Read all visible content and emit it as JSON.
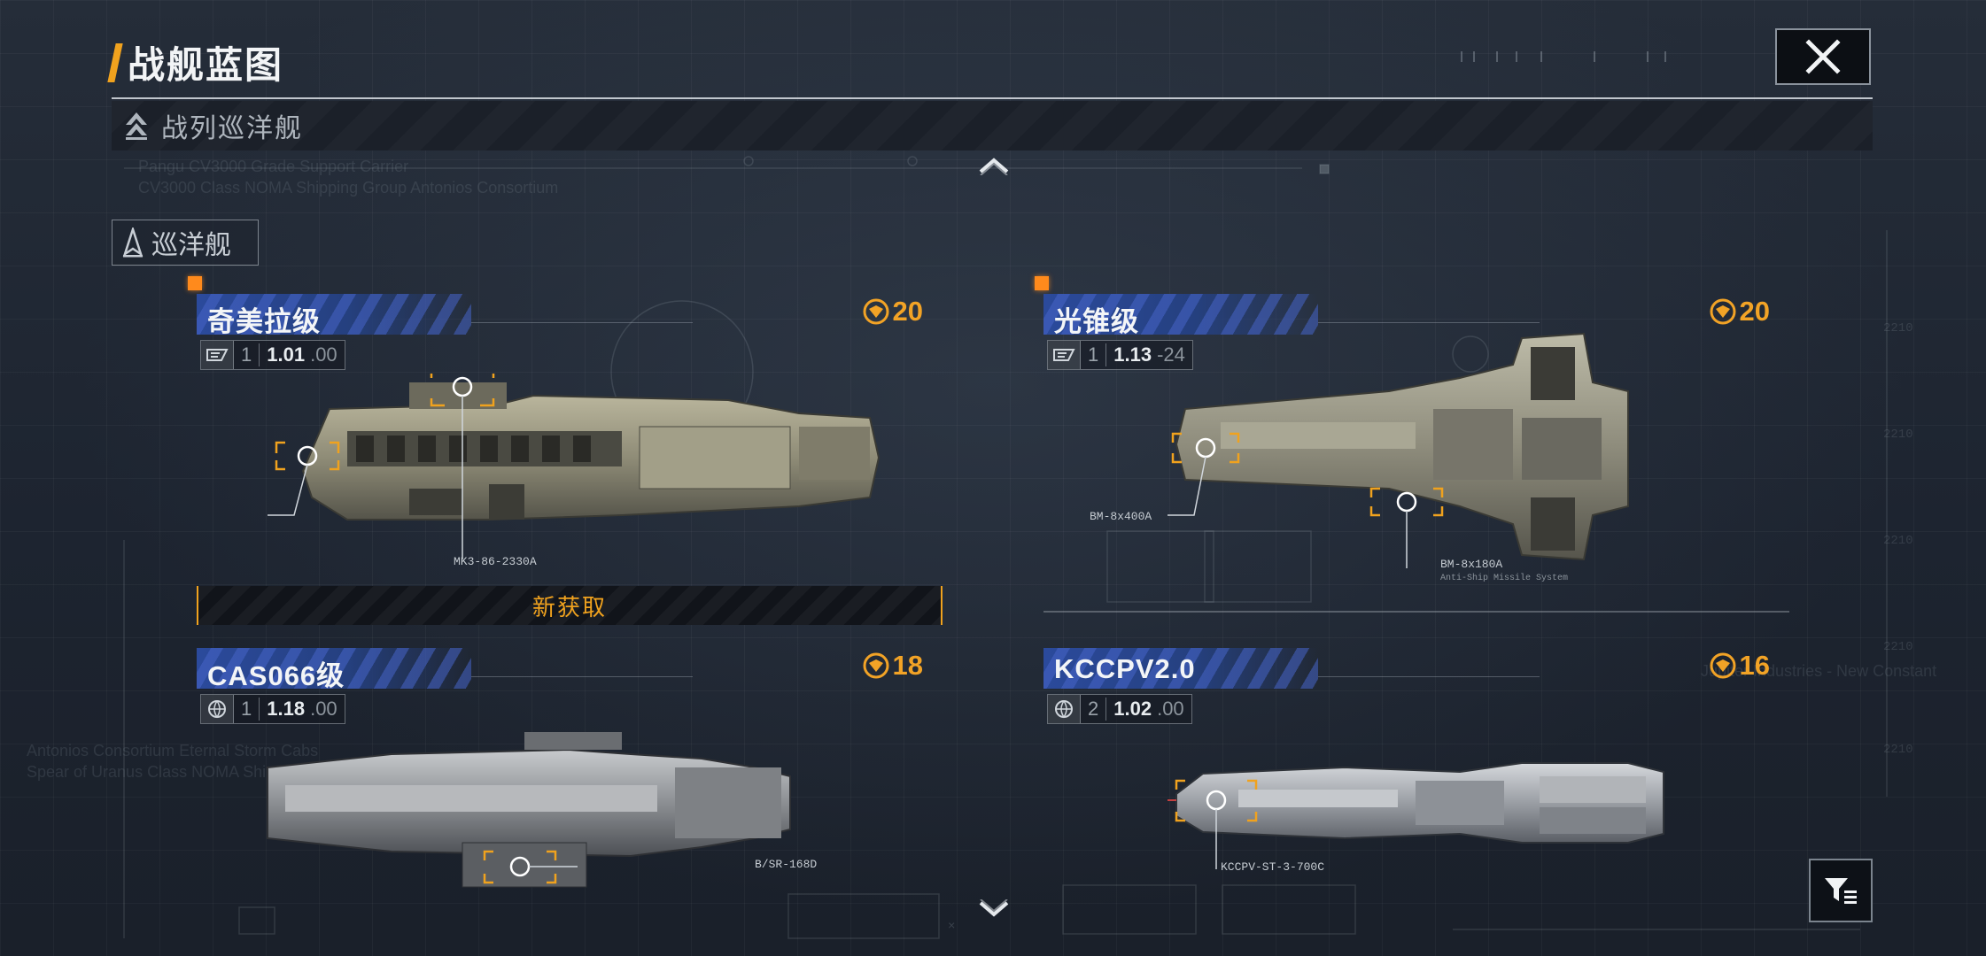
{
  "header": {
    "title": "战舰蓝图"
  },
  "category": {
    "label": "战列巡洋舰"
  },
  "subcategory": {
    "label": "巡洋舰"
  },
  "banner": {
    "new_label": "新获取"
  },
  "ships": [
    {
      "name": "奇美拉级",
      "cost": "20",
      "tier": "1",
      "version": "1.01",
      "sub_version": ".00",
      "weapons": [
        "MK3-86-2330A"
      ],
      "is_new": true
    },
    {
      "name": "光锥级",
      "cost": "20",
      "tier": "1",
      "version": "1.13",
      "sub_version": "-24",
      "weapons": [
        "BM-8x400A",
        "BM-8x180A",
        "Anti-Ship Missile System"
      ],
      "is_new": true
    },
    {
      "name": "CAS066级",
      "cost": "18",
      "tier": "1",
      "version": "1.18",
      "sub_version": ".00",
      "weapons": [
        "B/SR-168D"
      ],
      "is_new": false
    },
    {
      "name": "KCCPV2.0",
      "cost": "16",
      "tier": "2",
      "version": "1.02",
      "sub_version": ".00",
      "weapons": [
        "KCCPV-ST-3-700C"
      ],
      "is_new": false
    }
  ],
  "colors": {
    "accent": "#f0a21e",
    "new_dot": "#ff8a1c",
    "name_tag": "#2b4a9c",
    "background": "#1f2631"
  },
  "icons": {
    "close": "close-icon",
    "filter": "filter-icon",
    "category": "rank-chevron-icon",
    "subcategory": "cruiser-icon",
    "cost": "cost-emblem-icon"
  }
}
